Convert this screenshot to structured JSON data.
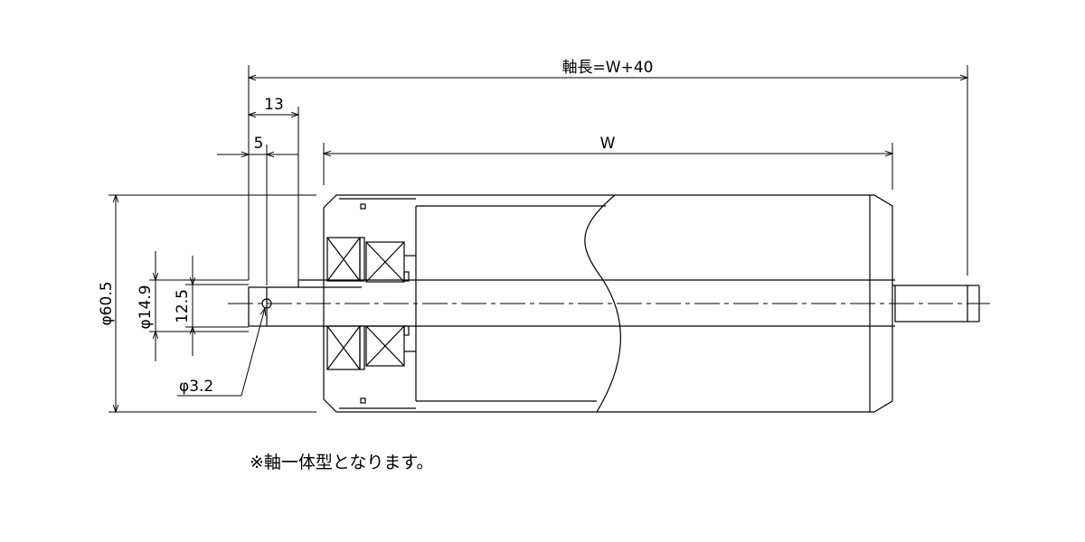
{
  "dimensions": {
    "shaft_length": "軸長=W+40",
    "width": "W",
    "dim_13": "13",
    "dim_5": "5",
    "dia_60_5": "φ60.5",
    "dia_14_9": "φ14.9",
    "dim_12_5": "12.5",
    "dia_3_2": "φ3.2"
  },
  "note": "※軸一体型となります。"
}
